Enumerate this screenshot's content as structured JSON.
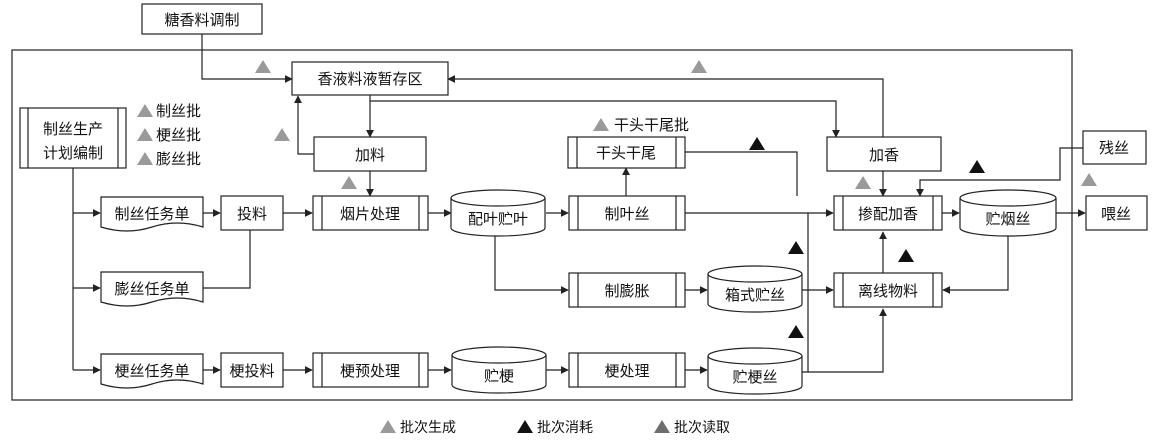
{
  "colors": {
    "generate": "#9a9a9a",
    "consume": "#111111",
    "read": "#6e6e6e",
    "line": "#222222"
  },
  "nodes": {
    "sugar": "糖香料调制",
    "storage": "香液料液暂存区",
    "plan_line1": "制丝生产",
    "plan_line2": "计划编制",
    "add_material": "加料",
    "add_flavor": "加香",
    "dry_head_tail": "干头干尾",
    "residue": "残丝",
    "order_cut": "制丝任务单",
    "feeding": "投料",
    "leaf_processing": "烟片处理",
    "blend_store": "配叶贮叶",
    "make_leaf": "制叶丝",
    "blend_add": "掺配加香",
    "tobacco_store": "贮烟丝",
    "feed": "喂丝",
    "order_expanded": "膨丝任务单",
    "make_expanded": "制膨胀",
    "box_store": "箱式贮丝",
    "offline": "离线物料",
    "order_stem": "梗丝任务单",
    "stem_feeding": "梗投料",
    "stem_pre": "梗预处理",
    "stem_store": "贮梗",
    "stem_processing": "梗处理",
    "stem_silk_store": "贮梗丝"
  },
  "batch_list": [
    "制丝批",
    "梗丝批",
    "膨丝批"
  ],
  "dry_batch": "干头干尾批",
  "legend": [
    {
      "label": "批次生成",
      "color": "#9a9a9a"
    },
    {
      "label": "批次消耗",
      "color": "#111111"
    },
    {
      "label": "批次读取",
      "color": "#6e6e6e"
    }
  ]
}
